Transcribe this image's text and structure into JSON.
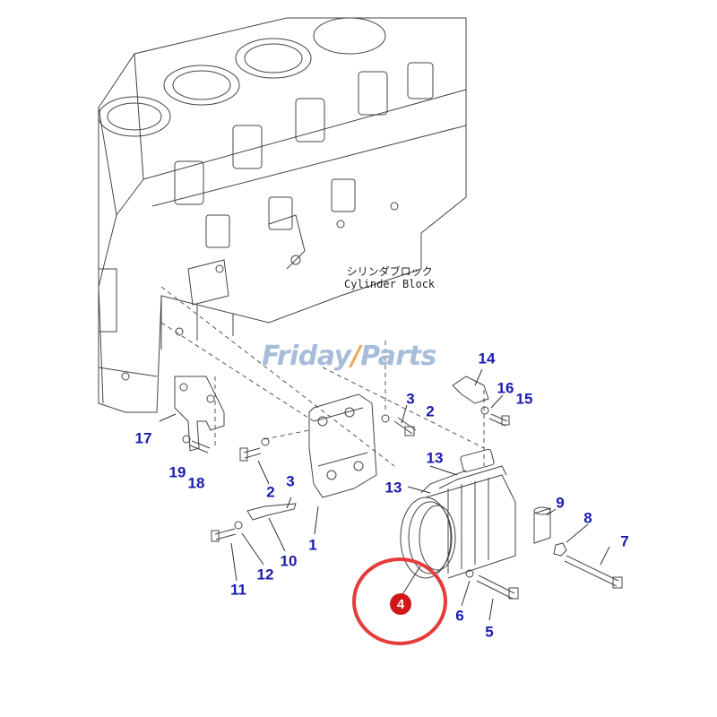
{
  "watermark": {
    "part1": "Friday",
    "part2": "Parts"
  },
  "block_label": {
    "jp": "シリンダブロック",
    "en": "Cylinder Block"
  },
  "highlight": {
    "label": "4"
  },
  "parts": [
    {
      "id": "p1",
      "label": "1"
    },
    {
      "id": "p2a",
      "label": "2"
    },
    {
      "id": "p2b",
      "label": "2"
    },
    {
      "id": "p3a",
      "label": "3"
    },
    {
      "id": "p3b",
      "label": "3"
    },
    {
      "id": "p5",
      "label": "5"
    },
    {
      "id": "p6",
      "label": "6"
    },
    {
      "id": "p7",
      "label": "7"
    },
    {
      "id": "p8",
      "label": "8"
    },
    {
      "id": "p9",
      "label": "9"
    },
    {
      "id": "p10",
      "label": "10"
    },
    {
      "id": "p11",
      "label": "11"
    },
    {
      "id": "p12",
      "label": "12"
    },
    {
      "id": "p13a",
      "label": "13"
    },
    {
      "id": "p13b",
      "label": "13"
    },
    {
      "id": "p14",
      "label": "14"
    },
    {
      "id": "p15",
      "label": "15"
    },
    {
      "id": "p16",
      "label": "16"
    },
    {
      "id": "p17",
      "label": "17"
    },
    {
      "id": "p18",
      "label": "18"
    },
    {
      "id": "p19",
      "label": "19"
    }
  ],
  "colors": {
    "label": "#1a1ab0",
    "highlight": "#e53b3b",
    "line": "#333333"
  }
}
